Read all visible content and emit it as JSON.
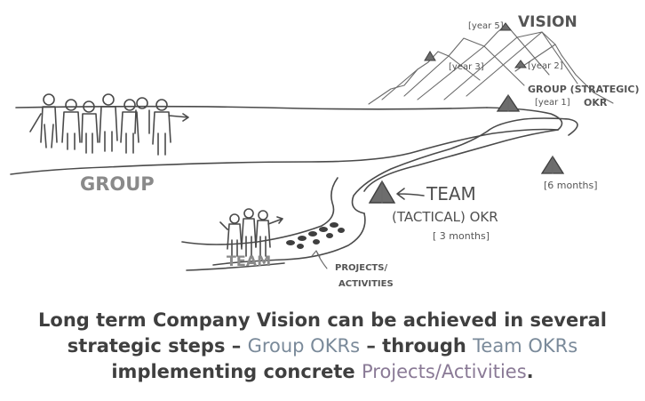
{
  "labels": {
    "vision": "VISION",
    "year5": "[year 5]",
    "year3": "[year 3]",
    "year2": "[year 2]",
    "year1": "[year 1]",
    "group_strategic": "GROUP (STRATEGIC)",
    "okr": "OKR",
    "six_months": "[6 months]",
    "team_right": "TEAM",
    "tactical_okr": "(TACTICAL) OKR",
    "three_months": "[ 3 months]",
    "group": "GROUP",
    "team_left": "TEAM",
    "projects": "PROJECTS/",
    "activities": "ACTIVITIES"
  },
  "caption": {
    "line1": "Long term Company Vision can be achieved in several",
    "line2_a": "strategic steps – ",
    "line2_b": "Group OKRs",
    "line2_c": " – through ",
    "line2_d": "Team OKRs",
    "line3_a": "implementing concrete ",
    "line3_b": "Projects/Activities",
    "line3_c": "."
  },
  "colors": {
    "ink": "#3f3f3f",
    "accent_blue": "#7a8a9a",
    "accent_purple": "#8a7a96",
    "flag_fill": "#6d6d6d"
  }
}
